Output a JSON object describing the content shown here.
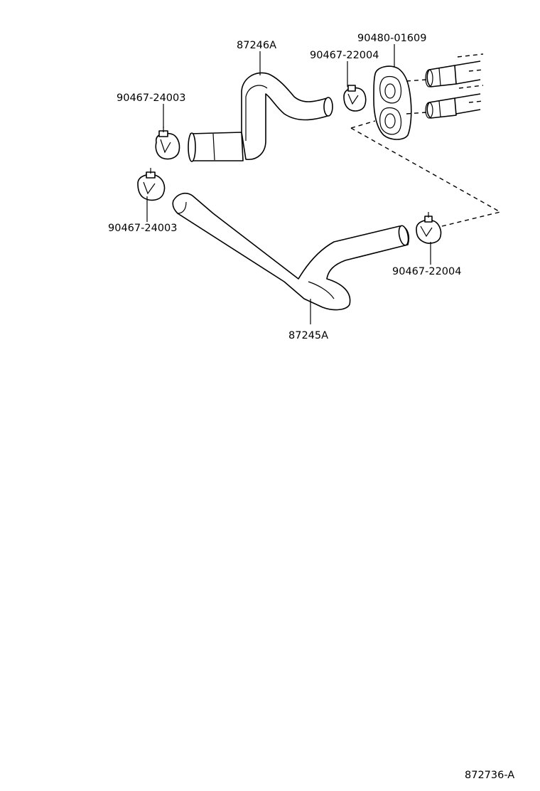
{
  "callouts": {
    "hose_upper": "87246A",
    "hose_lower": "87245A",
    "clamp_upper_left": "90467-24003",
    "clamp_lower_left": "90467-24003",
    "clamp_upper_right": "90467-22004",
    "clamp_lower_right": "90467-22004",
    "grommet": "90480-01609"
  },
  "figure_code": "872736-A"
}
